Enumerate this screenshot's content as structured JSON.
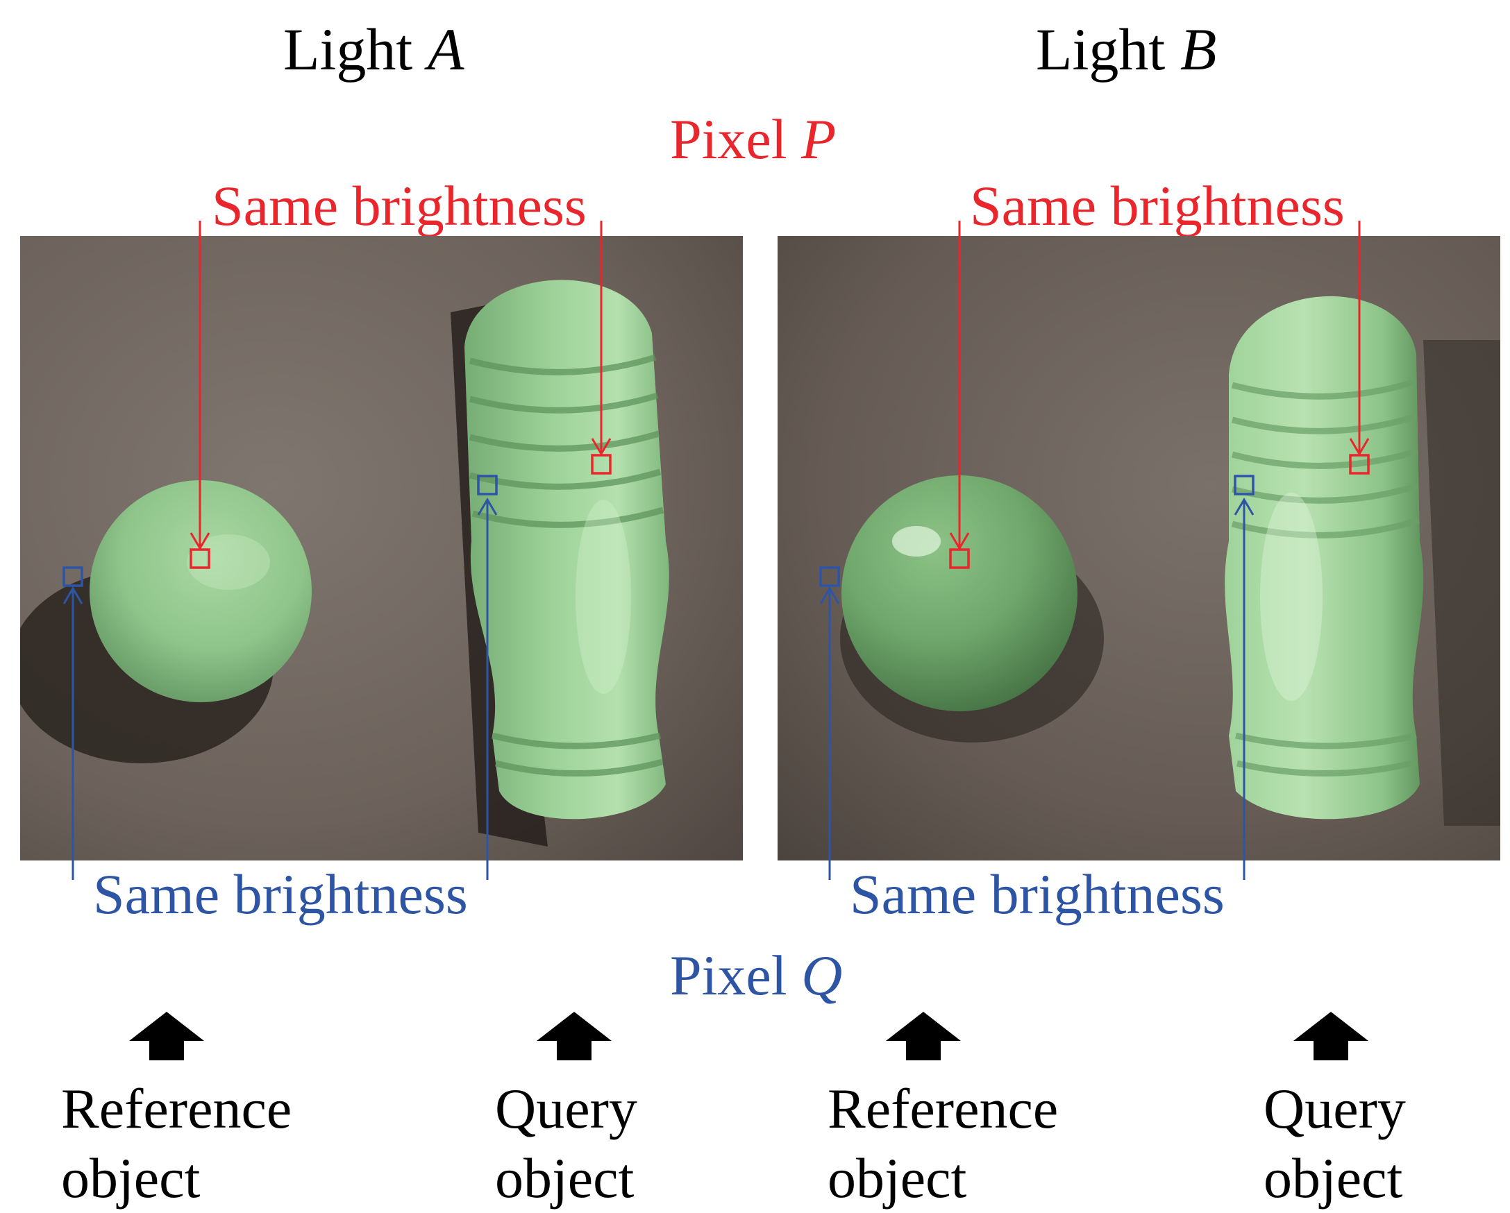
{
  "panels": [
    {
      "light_prefix": "Light ",
      "light_letter": "A"
    },
    {
      "light_prefix": "Light ",
      "light_letter": "B"
    }
  ],
  "pixel_p": {
    "prefix": "Pixel ",
    "letter": "P"
  },
  "pixel_q": {
    "prefix": "Pixel ",
    "letter": "Q"
  },
  "same_brightness": "Same brightness",
  "object_labels": {
    "reference_line1": "Reference",
    "reference_line2": "object",
    "query_line1": "Query",
    "query_line2": "object"
  },
  "colors": {
    "pixel_p": "#e8262c",
    "pixel_q": "#2e55a4",
    "object_green": "#8cc48a",
    "background_surface": "#6e635c",
    "up_arrow": "#000000"
  },
  "icons": [
    "up-arrow-icon",
    "pixel-marker-icon",
    "arrow-pointer-icon"
  ]
}
